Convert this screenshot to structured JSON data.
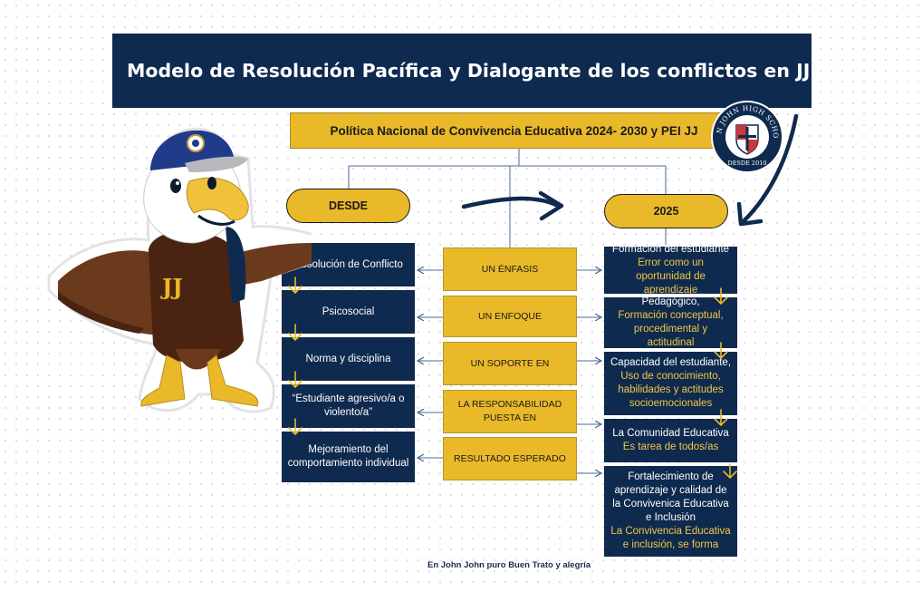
{
  "title": "Modelo de Resolución Pacífica y Dialogante de los conflictos en JJ",
  "policy": "Política Nacional de Convivencia Educativa 2024- 2030 y PEI JJ",
  "desde_label": "DESDE",
  "year_label": "2025",
  "logo": {
    "ring_text": "JOHN JOHN HIGH SCHOOL",
    "since": "DESDE 2010"
  },
  "mascot": {
    "monogram": "JJ"
  },
  "left_column": [
    {
      "text": "Resolución de Conflicto"
    },
    {
      "text": "Psicosocial"
    },
    {
      "text": "Norma y disciplina"
    },
    {
      "text": "“Estudiante agresivo/a o violento/a”"
    },
    {
      "text": "Mejoramiento del comportamiento individual"
    }
  ],
  "middle_column": [
    {
      "text": "UN ÉNFASIS"
    },
    {
      "text": "UN ENFOQUE"
    },
    {
      "text": "UN SOPORTE EN"
    },
    {
      "text": "LA RESPONSABILIDAD PUESTA EN"
    },
    {
      "text": "RESULTADO ESPERADO"
    }
  ],
  "right_column": [
    {
      "main": "Formación del estudiante",
      "highlight": "Error como un oportunidad de aprendizaje"
    },
    {
      "main": "Pedagógico,",
      "highlight": "Formación conceptual, procedimental y actitudinal"
    },
    {
      "main": "Capacidad del estudiante,",
      "highlight": "Uso de conocimiento, habilidades y actitudes socioemocionales"
    },
    {
      "main": "La Comunidad Educativa",
      "highlight": "Es tarea de todos/as"
    },
    {
      "main": "Fortalecimiento de aprendizaje y calidad de la Convivenica Educativa e Inclusión",
      "highlight": "La Convivencia Educativa e inclusión, se forma"
    }
  ],
  "footer": "En John John puro Buen  Trato y alegría",
  "colors": {
    "navy": "#0f2a4f",
    "gold": "#e9b929",
    "highlight": "#f2c744"
  }
}
